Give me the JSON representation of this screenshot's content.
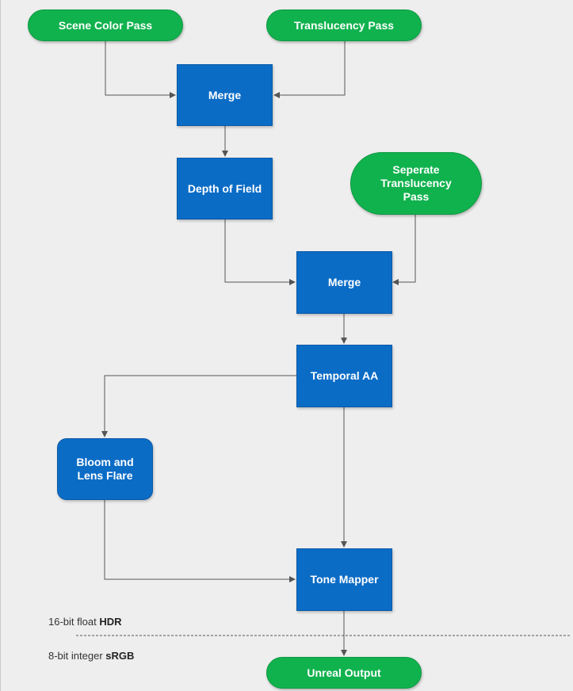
{
  "nodes": {
    "scene_color_pass": "Scene Color Pass",
    "translucency_pass": "Translucency Pass",
    "merge_1": "Merge",
    "depth_of_field": "Depth of Field",
    "separate_translucency_pass": "Seperate\nTranslucency\nPass",
    "merge_2": "Merge",
    "temporal_aa": "Temporal AA",
    "bloom_lens_flare": "Bloom and\nLens Flare",
    "tone_mapper": "Tone Mapper",
    "unreal_output": "Unreal Output"
  },
  "precision_labels": {
    "hdr_prefix": "16-bit float ",
    "hdr_emphasis": "HDR",
    "srgb_prefix": "8-bit integer ",
    "srgb_emphasis": "sRGB"
  },
  "colors": {
    "terminal_fill": "#10b24e",
    "process_fill": "#0b6cc6",
    "connector": "#555555",
    "background": "#eeeeee"
  }
}
